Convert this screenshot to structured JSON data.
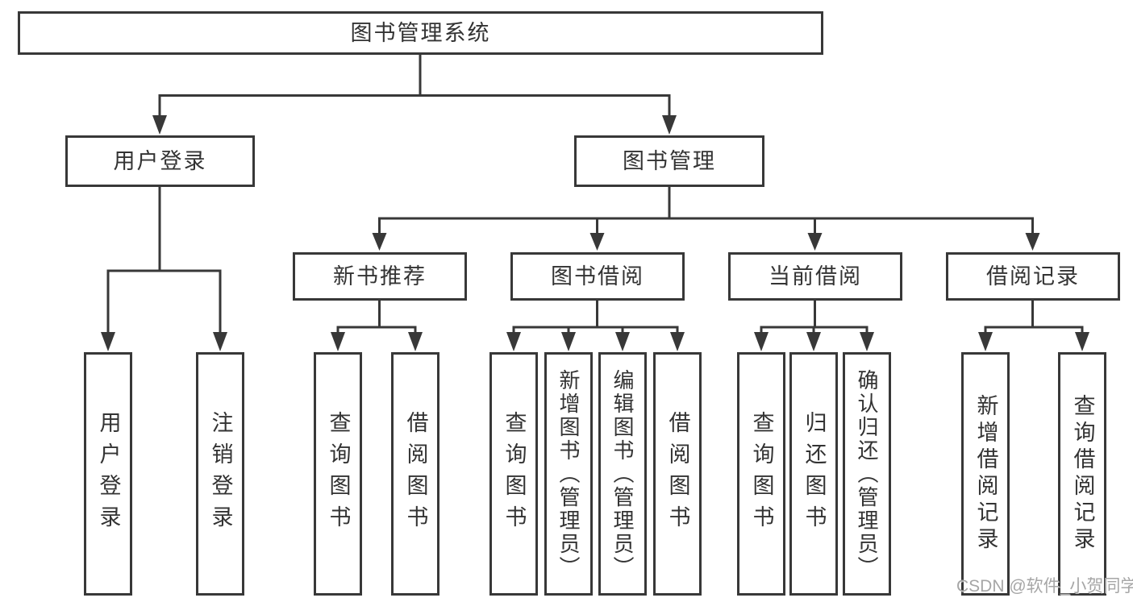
{
  "nodes": {
    "root": "图书管理系统",
    "user_login": "用户登录",
    "book_mgmt": "图书管理",
    "new_books": "新书推荐",
    "borrowing": "图书借阅",
    "current": "当前借阅",
    "records": "借阅记录"
  },
  "leaves": {
    "user_login": [
      "用户登录",
      "注销登录"
    ],
    "new_books": [
      "查询图书",
      "借阅图书"
    ],
    "borrowing": [
      "查询图书",
      "新增图书（管理员）",
      "编辑图书（管理员）",
      "借阅图书"
    ],
    "current": [
      "查询图书",
      "归还图书",
      "确认归还（管理员）"
    ],
    "records": [
      "新增借阅记录",
      "查询借阅记录"
    ]
  },
  "watermark": "CSDN @软件_小贺同学",
  "colors": {
    "line": "#383838",
    "text": "#333333",
    "background": "#ffffff",
    "watermark": "#a6a6a6"
  }
}
